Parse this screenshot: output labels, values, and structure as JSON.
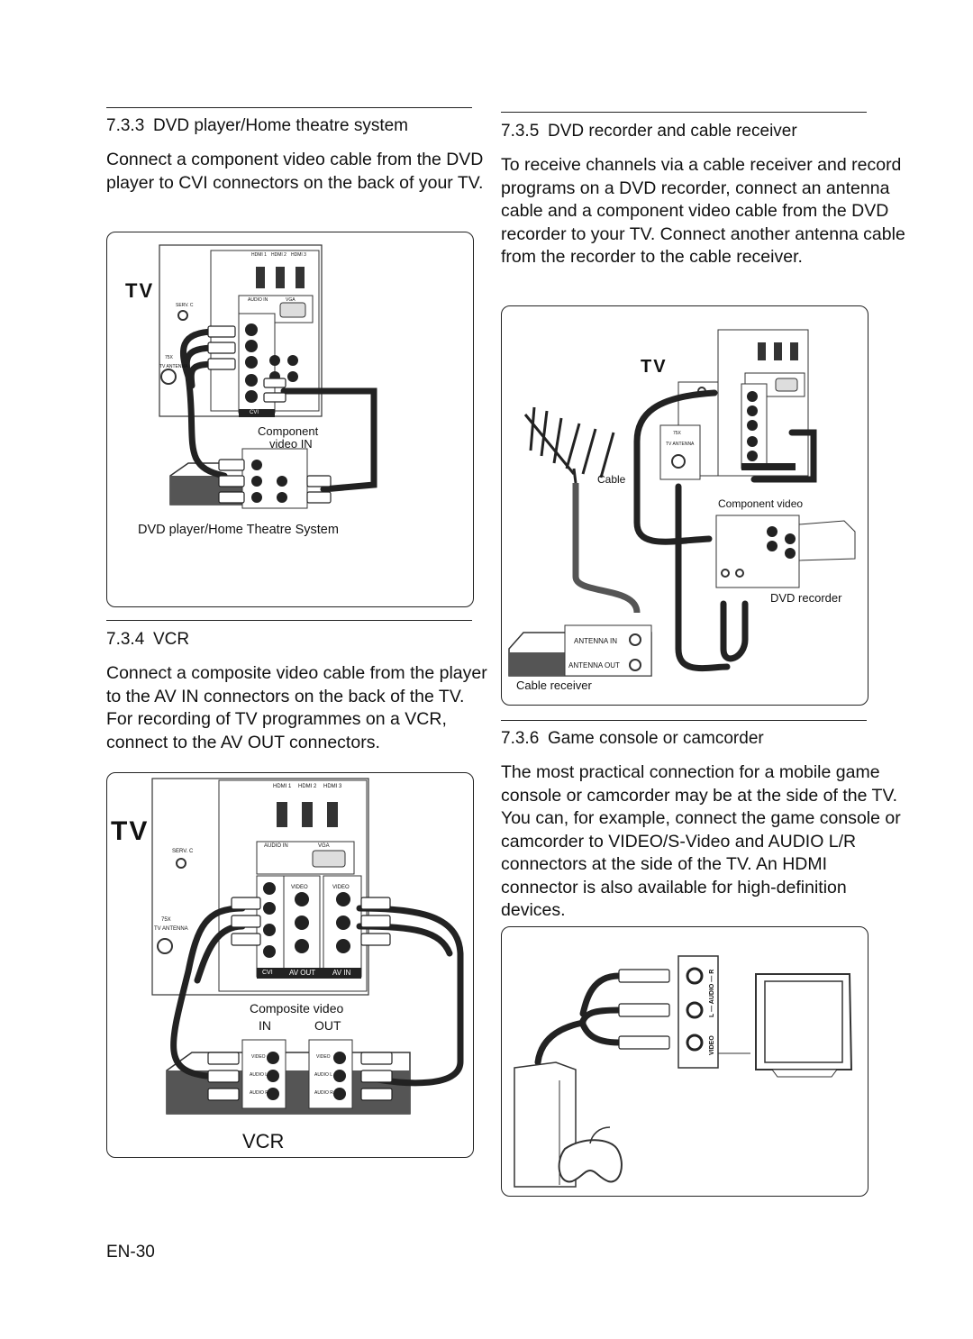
{
  "left": {
    "s733": {
      "number": "7.3.3",
      "title": "DVD player/Home theatre system",
      "body": "Connect a component video cable from the DVD player to CVI connectors on the back of your TV.",
      "diagram": {
        "tv_label": "TV",
        "component_label_1": "Component",
        "component_label_2": "video IN",
        "device_label": "DVD player/Home Theatre System",
        "hdmi": [
          "HDMI 1",
          "HDMI 2",
          "HDMI 3"
        ],
        "serv_c": "SERV. C",
        "antenna": "TV ANTENNA",
        "ohm": "75X",
        "audio_in": "AUDIO IN",
        "vga": "VGA",
        "cvi": "CVI"
      }
    },
    "s734": {
      "number": "7.3.4",
      "title": "VCR",
      "body": "Connect a composite video cable from the player to the AV IN connectors on the back of the TV. For recording of TV programmes on a VCR, connect to the AV OUT connectors.",
      "diagram": {
        "tv_label": "TV",
        "composite_label": "Composite video",
        "in_label": "IN",
        "out_label": "OUT",
        "device_label": "VCR",
        "hdmi": [
          "HDMI 1",
          "HDMI 2",
          "HDMI 3"
        ],
        "serv_c": "SERV. C",
        "antenna": "TV ANTENNA",
        "ohm": "75X",
        "audio_in": "AUDIO IN",
        "vga": "VGA",
        "cvi": "CVI",
        "av_out": "AV OUT",
        "av_in": "AV IN",
        "video": "VIDEO",
        "audio_l": "AUDIO L",
        "audio_r": "AUDIO R"
      }
    }
  },
  "right": {
    "s735": {
      "number": "7.3.5",
      "title": "DVD recorder and cable receiver",
      "body": "To receive channels via a cable receiver and record programs on a DVD recorder, connect an antenna cable and a component video cable from the DVD recorder to your TV. Connect another antenna cable from the recorder to the cable receiver.",
      "diagram": {
        "tv_label": "TV",
        "cable_label": "Cable",
        "component_label": "Component video",
        "recorder_label": "DVD recorder",
        "antenna_in": "ANTENNA IN",
        "antenna_out": "ANTENNA OUT",
        "receiver_label": "Cable receiver",
        "ohm": "75X",
        "antenna": "TV ANTENNA"
      }
    },
    "s736": {
      "number": "7.3.6",
      "title": "Game console or camcorder",
      "body": "The most practical connection for a mobile game console or camcorder may be at the side of the TV. You can, for example, connect the game console or camcorder to VIDEO/S-Video and AUDIO L/R connectors at the side of the TV. An HDMI connector is also available for high-definition devices.",
      "diagram": {
        "audio_label": "L — AUDIO — R",
        "video_label": "VIDEO"
      }
    }
  },
  "footer": {
    "page": "EN-30"
  }
}
